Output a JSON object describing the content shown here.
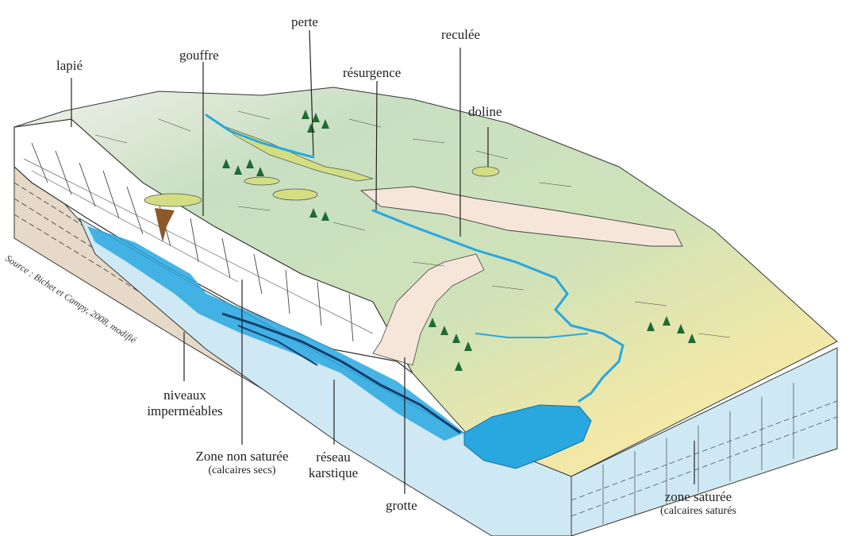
{
  "labels": {
    "lapie": "lapié",
    "gouffre": "gouffre",
    "perte": "perte",
    "resurgence": "résurgence",
    "reculee": "reculée",
    "doline": "doline",
    "niveaux_line1": "niveaux",
    "niveaux_line2": "imperméables",
    "zone_non_saturee": "Zone non saturée",
    "zone_non_saturee_sub": "(calcaires secs)",
    "reseau_line1": "réseau",
    "reseau_line2": "karstique",
    "grotte": "grotte",
    "zone_saturee": "zone saturée",
    "zone_saturee_sub": "(calcaires saturés"
  },
  "source": "Source : Bichet et Campy, 2008, modifié",
  "colors": {
    "plateau_green": "#c9dfbe",
    "plateau_yellow": "#f3e8a6",
    "cliff_white": "#ffffff",
    "limestone_blue": "#cfe9f4",
    "water_blue": "#29a7df",
    "doline_green": "#d3de82",
    "tree_green": "#1e6b33",
    "marl_tan": "#e7d9c8",
    "cave_dark": "#123c6e",
    "brown": "#8b5a2b"
  }
}
